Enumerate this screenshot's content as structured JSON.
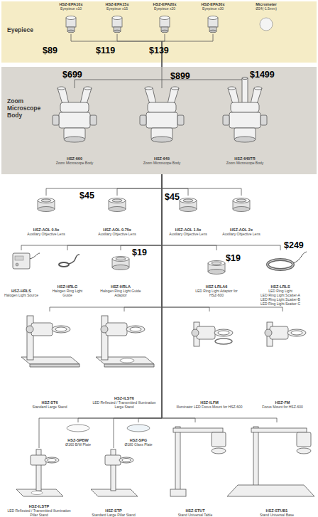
{
  "diagram": {
    "nodes": [
      {
        "text": [
          "Eyepiece"
        ]
      },
      {
        "text": [
          "HSZ-EPA10x",
          "Eyepiece x10"
        ],
        "in": 0
      },
      {
        "text": [
          "HSZ-EPA15x",
          "Eyepiece x15"
        ],
        "in": 0
      },
      {
        "text": [
          "HSZ-EPA20x",
          "Eyepiece x20"
        ],
        "in": 0
      },
      {
        "text": [
          "HSZ-EPA30x",
          "Eyepiece x30"
        ],
        "in": 0
      },
      {
        "text": [
          "Micrometer",
          "Ø24(-1.5mm)"
        ],
        "in": 0
      },
      {
        "text": [
          "Zoom Microscope Body"
        ]
      },
      {
        "text": [
          "HSZ-660",
          "Zoom Microscope Body"
        ],
        "in": 6
      },
      {
        "text": [
          "HSZ-645",
          "Zoom Microscope Body"
        ],
        "in": 6
      },
      {
        "text": [
          "HSZ-645TR",
          "Zoom Microscope Body"
        ],
        "in": 6
      },
      {
        "text": [
          "HSZ-AOL 0.5x",
          "Auxiliary Objective Lens"
        ]
      },
      {
        "text": [
          "HSZ-AOL 0.75x",
          "Auxiliary Objective Lens"
        ]
      },
      {
        "text": [
          "HSZ-AOL 1.5x",
          "Auxiliary Objective Lens"
        ]
      },
      {
        "text": [
          "HSZ-AOL 2x",
          "Auxiliary Objective Lens"
        ]
      },
      {
        "text": [
          "HSZ-HRLS",
          "Halogen Light Source"
        ]
      },
      {
        "text": [
          "HSZ-HRLG",
          "Halogen Ring Light Guide"
        ]
      },
      {
        "text": [
          "HSZ-HRLA",
          "Halogen Ring Light Guide Adaptor"
        ]
      },
      {
        "text": [
          "HSZ-LRLA6",
          "LED Ring Light Adaptor for HSZ-600"
        ]
      },
      {
        "text": [
          "HSZ-LRLS",
          "LED Ring Light",
          "LED Ring Light Scatter-A",
          "LED Ring Light Scatter-B",
          "LED Ring Light Scatter-C"
        ]
      },
      {
        "text": [
          "HSZ-ST6",
          "Standard Large Stand"
        ]
      },
      {
        "text": [
          "HSZ-ILST6",
          "LED Reflected / Transmitted Illumination Large Stand"
        ]
      },
      {
        "text": [
          "HSZ-ILFM",
          "Illuminator LED Focus Mount for HSZ-600"
        ]
      },
      {
        "text": [
          "HSZ-FM",
          "Focus Mount for HSZ-600"
        ]
      },
      {
        "text": [
          "HSZ-SPBW",
          "Ø160 B/W Plate"
        ]
      },
      {
        "text": [
          "HSZ-SPG",
          "Ø180 Glass Plate"
        ]
      },
      {
        "text": [
          "HSZ-ILSTP",
          "LED Reflected / Transmitted Illumination Pillar Stand"
        ]
      },
      {
        "text": [
          "HSZ-STP",
          "Standard Large Pillar Stand"
        ]
      },
      {
        "text": [
          "HSZ-STUT",
          "Stand Universal Table"
        ]
      },
      {
        "text": [
          "HSZ-STUB1",
          "Stand Universal Base"
        ]
      }
    ],
    "edges": [
      {
        "from": 1,
        "to": 6,
        "arrow": "none"
      },
      {
        "from": 2,
        "to": 6,
        "arrow": "none"
      },
      {
        "from": 3,
        "to": 6,
        "arrow": "none"
      },
      {
        "from": 4,
        "to": 6,
        "arrow": "none"
      },
      {
        "from": 6,
        "to": 10,
        "arrow": "none"
      },
      {
        "from": 6,
        "to": 11,
        "arrow": "none"
      },
      {
        "from": 6,
        "to": 12,
        "arrow": "none"
      },
      {
        "from": 6,
        "to": 13,
        "arrow": "none"
      },
      {
        "from": 6,
        "to": 14,
        "arrow": "none"
      },
      {
        "from": 6,
        "to": 15,
        "arrow": "none"
      },
      {
        "from": 6,
        "to": 16,
        "arrow": "none"
      },
      {
        "from": 6,
        "to": 17,
        "arrow": "none"
      },
      {
        "from": 6,
        "to": 18,
        "arrow": "none"
      },
      {
        "from": 6,
        "to": 19,
        "arrow": "none"
      },
      {
        "from": 6,
        "to": 20,
        "arrow": "none"
      },
      {
        "from": 6,
        "to": 21,
        "arrow": "none"
      },
      {
        "from": 6,
        "to": 22,
        "arrow": "none"
      },
      {
        "from": 6,
        "to": 23,
        "arrow": "none"
      },
      {
        "from": 6,
        "to": 24,
        "arrow": "none"
      },
      {
        "from": 6,
        "to": 25,
        "arrow": "none"
      },
      {
        "from": 6,
        "to": 26,
        "arrow": "none"
      },
      {
        "from": 6,
        "to": 27,
        "arrow": "none"
      },
      {
        "from": 6,
        "to": 28,
        "arrow": "none"
      }
    ],
    "labels": [
      "$89",
      "$119",
      "$139",
      "$699",
      "$899",
      "$1499",
      "$45",
      "$45",
      "$19",
      "$19",
      "$249"
    ]
  }
}
